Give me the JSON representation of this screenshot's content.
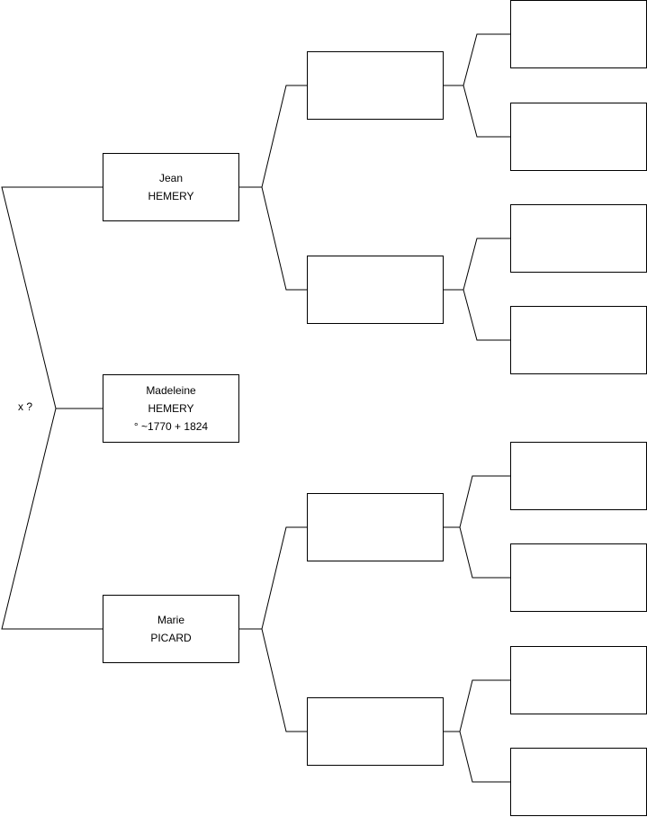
{
  "union_marker": "x ?",
  "line_color": "#000000",
  "individuals": {
    "subject": {
      "given": "Madeleine",
      "surname": "HEMERY",
      "dates": "° ~1770 + 1824"
    },
    "father": {
      "given": "Jean",
      "surname": "HEMERY"
    },
    "mother": {
      "given": "Marie",
      "surname": "PICARD"
    },
    "paternal_grandfather": {},
    "paternal_grandmother": {},
    "maternal_grandfather": {},
    "maternal_grandmother": {},
    "great_grandparent_1": {},
    "great_grandparent_2": {},
    "great_grandparent_3": {},
    "great_grandparent_4": {},
    "great_grandparent_5": {},
    "great_grandparent_6": {},
    "great_grandparent_7": {},
    "great_grandparent_8": {}
  }
}
